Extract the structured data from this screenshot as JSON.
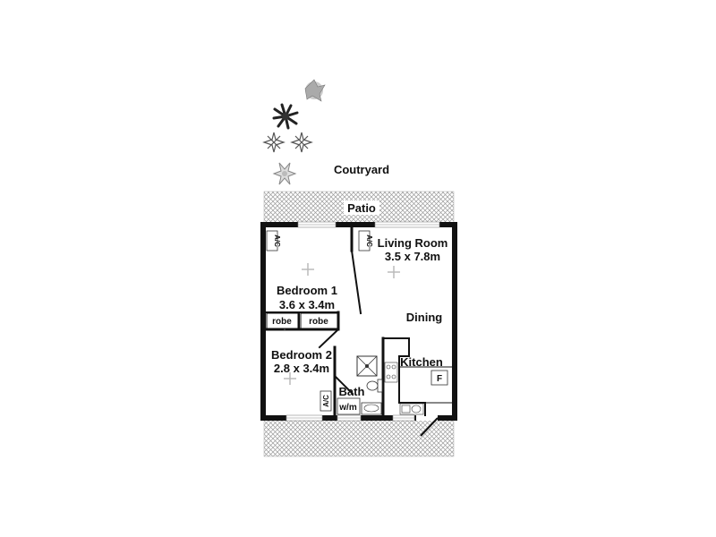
{
  "labels": {
    "courtyard": "Coutryard",
    "patio": "Patio",
    "bedroom1_name": "Bedroom 1",
    "bedroom1_size": "3.6 x 3.4m",
    "bedroom2_name": "Bedroom 2",
    "bedroom2_size": "2.8 x 3.4m",
    "living_name": "Living Room",
    "living_size": "3.5 x 7.8m",
    "dining": "Dining",
    "kitchen": "Kitchen",
    "bath": "Bath",
    "robe1": "robe",
    "robe2": "robe",
    "ac1": "A/C",
    "ac2": "A/C",
    "ac3": "A/C",
    "wm": "w/m",
    "fridge": "F"
  },
  "icons": {
    "plants": [
      "plant-icon",
      "palm-icon",
      "star-plant-icon",
      "star-plant-icon",
      "shrub-icon"
    ],
    "fixtures": [
      "shower-icon",
      "toilet-icon",
      "bathtub-icon",
      "sink-icon",
      "stove-icon"
    ]
  },
  "colors": {
    "wall": "#111111",
    "hatch": "#9a9a9a",
    "window": "#bdbdbd"
  }
}
